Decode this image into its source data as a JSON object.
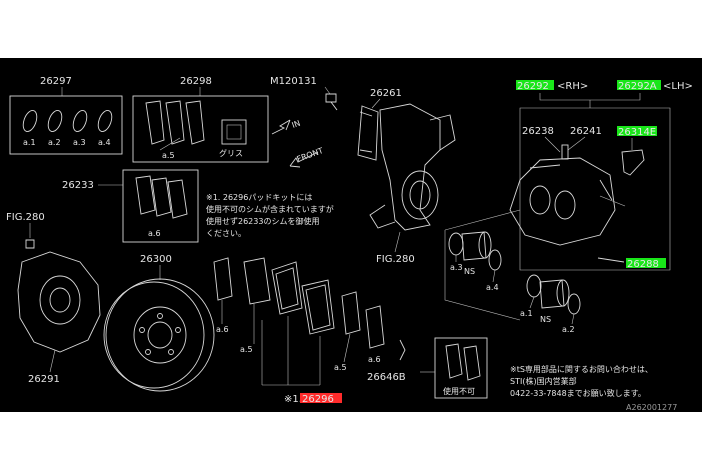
{
  "parts": {
    "p26297": "26297",
    "p26298": "26298",
    "m120131": "M120131",
    "p26261": "26261",
    "p26292_rh": "26292",
    "rh_tag": "<RH>",
    "p26292a_lh": "26292A",
    "lh_tag": "<LH>",
    "p26238": "26238",
    "p26241": "26241",
    "p26314e": "26314E",
    "p26233": "26233",
    "fig280_left": "FIG.280",
    "fig280_mid": "FIG.280",
    "p26300": "26300",
    "p26291": "26291",
    "p26288": "26288",
    "p26646b": "26646B",
    "p26296": "26296",
    "p26296_prefix": "※1.",
    "diagram_id": "A262001277"
  },
  "sub_labels": {
    "a1": "a.1",
    "a2": "a.2",
    "a3": "a.3",
    "a4": "a.4",
    "a5": "a.5",
    "a6": "a.6",
    "ns": "NS",
    "grease": "グリス"
  },
  "directions": {
    "in": "IN",
    "front": "FRONT"
  },
  "notes": {
    "kit_line1": "※1. 26296パッドキットには",
    "kit_line2": "使用不可のシムが含まれていますが",
    "kit_line3": "使用せず26233のシムを御使用",
    "kit_line4": "ください。",
    "unusable": "使用不可",
    "sti_line1": "※tS専用部品に関するお問い合わせは、",
    "sti_line2": "STI(株)国内営業部",
    "sti_line3": "0422-33-7848までお願い致します。"
  },
  "colors": {
    "background": "#000000",
    "line": "#d8d8d8",
    "highlight_green": "#19e619",
    "highlight_red": "#ff2b2b"
  }
}
